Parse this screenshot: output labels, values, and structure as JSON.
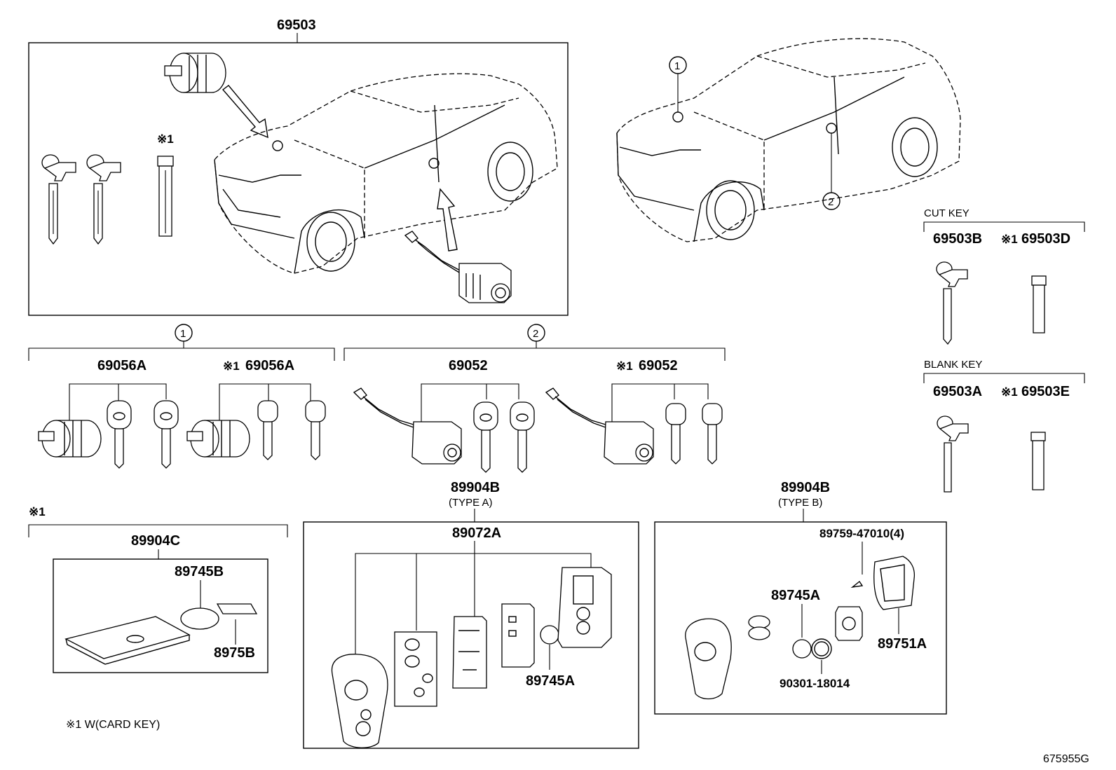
{
  "labels": {
    "assy_main": "69503",
    "callout_1": "1",
    "callout_2": "2",
    "note_mark_1": "※1",
    "cut_key": {
      "heading": "CUT KEY",
      "part_a": "69503B",
      "part_b_mark": "※1",
      "part_b": "69503D"
    },
    "blank_key": {
      "heading": "BLANK KEY",
      "part_a": "69503A",
      "part_b_mark": "※1",
      "part_b": "69503E"
    },
    "group_1": {
      "part_a": "69056A",
      "part_b_mark": "※1",
      "part_b": "69056A"
    },
    "group_2": {
      "part_a": "69052",
      "part_b_mark": "※1",
      "part_b": "69052"
    },
    "card": {
      "mark": "※1",
      "assy": "89904C",
      "battery": "89745B",
      "sub": "8975B"
    },
    "type_a": {
      "assy": "89904B",
      "type": "(TYPE A)",
      "case": "89072A",
      "battery": "89745A"
    },
    "type_b": {
      "assy": "89904B",
      "type": "(TYPE B)",
      "screw": "89759-47010(4)",
      "battery": "89745A",
      "cover": "89751A",
      "oring": "90301-18014"
    },
    "footnote": "※1 W(CARD KEY)",
    "diagram_code": "675955G"
  }
}
